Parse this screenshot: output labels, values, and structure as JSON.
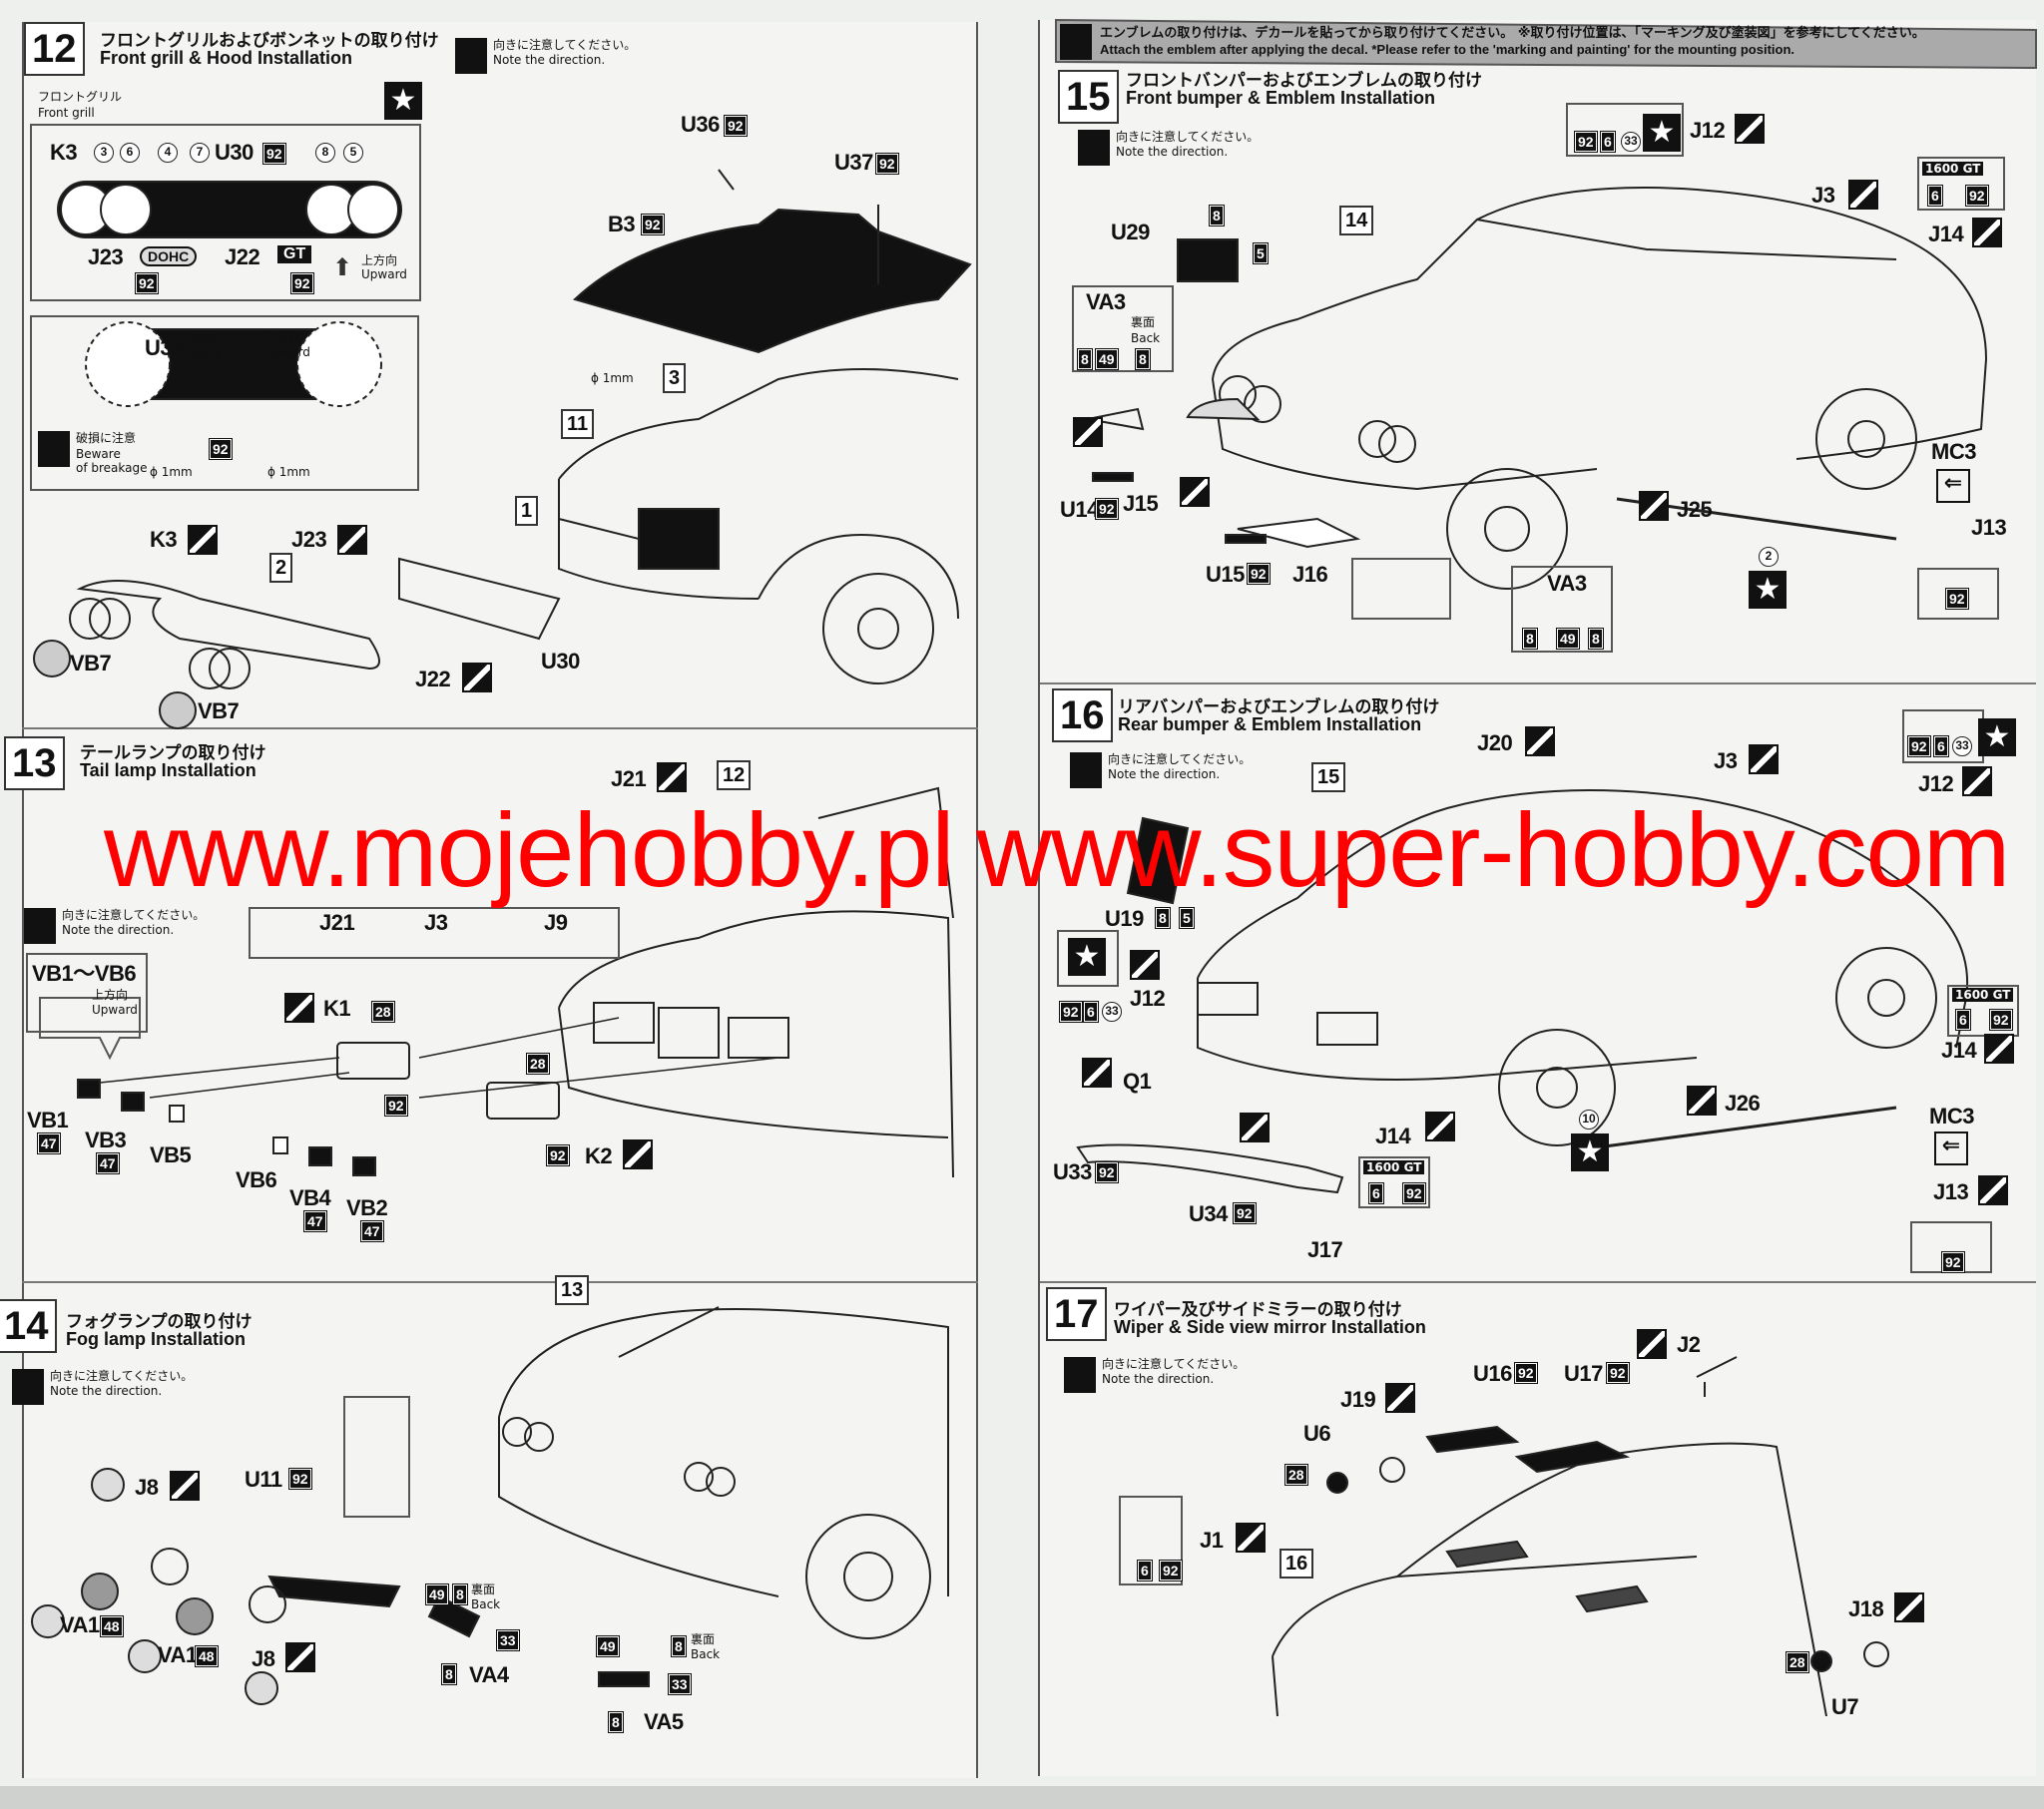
{
  "note": {
    "ja": "向きに注意してください。",
    "en": "Note the direction."
  },
  "banner": {
    "ja": "エンブレムの取り付けは、デカールを貼ってから取り付けてください。 ※取り付け位置は、「マーキング及び塗装図」を参考にしてください。",
    "en": "Attach the emblem after applying the decal. *Please refer to the 'marking and painting' for the mounting position."
  },
  "watermark": [
    "www.mojehobby.pl",
    "www.super-hobby.com"
  ],
  "step12": {
    "number": "12",
    "title_ja": "フロントグリルおよびボンネットの取り付け",
    "title_en": "Front grill & Hood Installation",
    "grill_ja": "フロントグリル",
    "grill_en": "Front grill",
    "upward_ja": "上方向",
    "upward_en": "Upward",
    "back_ja": "裏面",
    "back_en": "Back",
    "beware_ja": "破損に注意",
    "beware_en1": "Beware",
    "beware_en2": "of breakage",
    "drill": "ϕ 1mm",
    "dohc": "DOHC",
    "gt": "GT",
    "labels": [
      "K3",
      "U30",
      "J23",
      "J22",
      "U30",
      "U36",
      "U37",
      "B3",
      "K3",
      "J23",
      "VB7",
      "VB7",
      "J22",
      "U30"
    ],
    "badges": [
      "92",
      "92",
      "92",
      "92",
      "92",
      "92",
      "92"
    ],
    "circled": [
      "3",
      "6",
      "4",
      "7",
      "8",
      "5"
    ],
    "refs": [
      "11",
      "1",
      "2",
      "3"
    ]
  },
  "step13": {
    "number": "13",
    "title_ja": "テールランプの取り付け",
    "title_en": "Tail lamp Installation",
    "upward_ja": "上方向",
    "upward_en": "Upward",
    "labels": [
      "J21",
      "J21",
      "J3",
      "J9",
      "VB1～VB6",
      "K1",
      "K2",
      "VB1",
      "VB3",
      "VB5",
      "VB6",
      "VB4",
      "VB2"
    ],
    "badges": [
      "28",
      "92",
      "28",
      "92",
      "47",
      "47",
      "47",
      "47"
    ],
    "refs": [
      "12"
    ]
  },
  "step14": {
    "number": "14",
    "title_ja": "フォグランプの取り付け",
    "title_en": "Fog lamp Installation",
    "back_ja": "裏面",
    "back_en": "Back",
    "labels": [
      "J8",
      "U11",
      "VA1",
      "VA1",
      "J8",
      "VA4",
      "VA5"
    ],
    "badges": [
      "92",
      "48",
      "48",
      "49",
      "8",
      "33",
      "8",
      "49",
      "8",
      "33",
      "8"
    ],
    "refs": [
      "13"
    ]
  },
  "step15": {
    "number": "15",
    "title_ja": "フロントバンパーおよびエンブレムの取り付け",
    "title_en": "Front bumper & Emblem Installation",
    "back_ja": "裏面",
    "back_en": "Back",
    "emblem": "1600 GT",
    "labels": [
      "J12",
      "J3",
      "J14",
      "U29",
      "VA3",
      "MC3",
      "J13",
      "U14",
      "J15",
      "J25",
      "U15",
      "J16",
      "VA3"
    ],
    "badges": [
      "92",
      "6",
      "8",
      "5",
      "8",
      "49",
      "8",
      "6",
      "92",
      "92",
      "92",
      "92",
      "8",
      "49",
      "8"
    ],
    "circled": [
      "33",
      "2"
    ],
    "refs": [
      "14"
    ]
  },
  "step16": {
    "number": "16",
    "title_ja": "リアバンパーおよびエンブレムの取り付け",
    "title_en": "Rear bumper & Emblem Installation",
    "emblem": "1600 GT",
    "labels": [
      "J20",
      "J3",
      "J12",
      "U19",
      "J12",
      "Q1",
      "J26",
      "J14",
      "MC3",
      "J13",
      "J14",
      "U33",
      "U34",
      "J17"
    ],
    "badges": [
      "92",
      "6",
      "8",
      "5",
      "92",
      "6",
      "6",
      "92",
      "92",
      "6",
      "92",
      "92",
      "92"
    ],
    "circled": [
      "33",
      "33",
      "10"
    ],
    "refs": [
      "15"
    ]
  },
  "step17": {
    "number": "17",
    "title_ja": "ワイパー及びサイドミラーの取り付け",
    "title_en": "Wiper & Side view mirror Installation",
    "labels": [
      "J2",
      "U16",
      "U17",
      "J19",
      "U6",
      "J1",
      "J18",
      "U7"
    ],
    "badges": [
      "92",
      "92",
      "28",
      "6",
      "92",
      "28"
    ],
    "refs": [
      "16"
    ]
  }
}
